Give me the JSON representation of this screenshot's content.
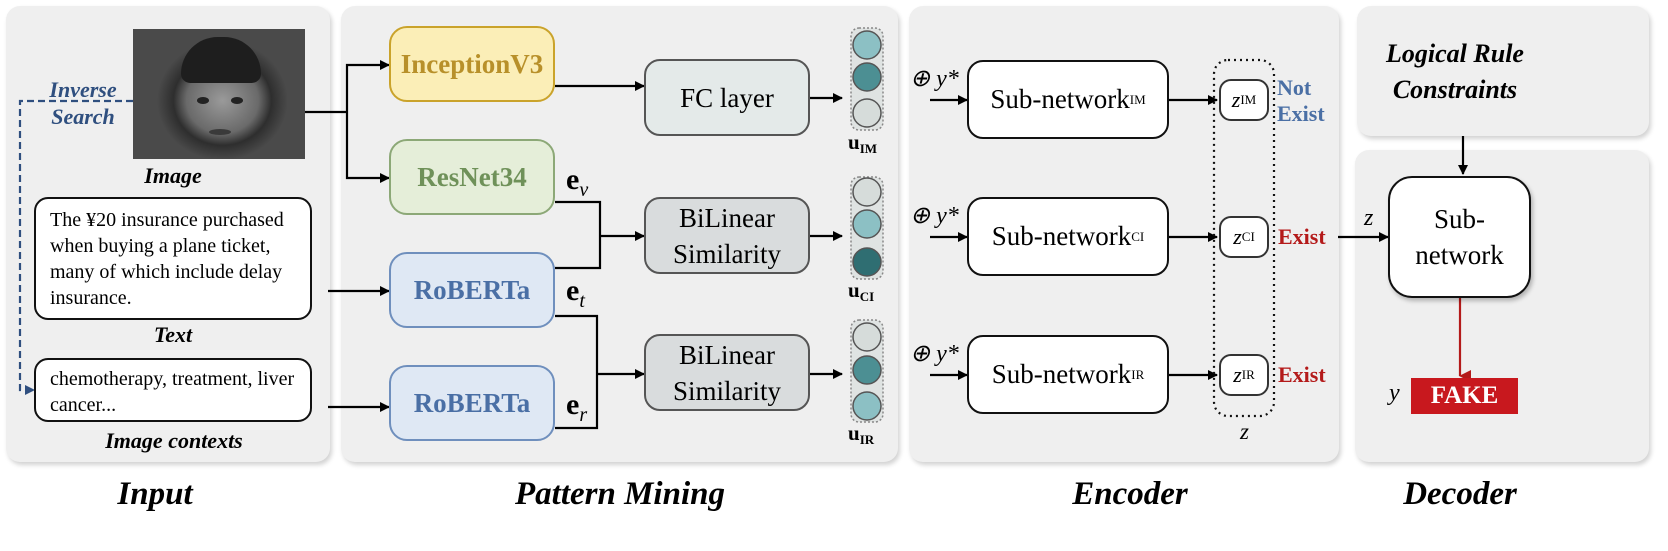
{
  "input": {
    "image_label": "Image",
    "inverse_search": "Inverse Search",
    "text": "The ¥20 insurance purchased when buying a plane ticket, many of which include delay insurance.",
    "text_label": "Text",
    "contexts": "chemotherapy, treatment, liver cancer...",
    "contexts_label": "Image contexts"
  },
  "pattern": {
    "inception": "InceptionV3",
    "resnet": "ResNet34",
    "roberta1": "RoBERTa",
    "roberta2": "RoBERTa",
    "fc": "FC layer",
    "bilinear1_a": "BiLinear",
    "bilinear1_b": "Similarity",
    "bilinear2_a": "BiLinear",
    "bilinear2_b": "Similarity",
    "ev": "e",
    "ev_sub": "v",
    "et": "e",
    "et_sub": "t",
    "er": "e",
    "er_sub": "r",
    "u_im": "u",
    "u_im_sub": "IM",
    "u_ci": "u",
    "u_ci_sub": "CI",
    "u_ir": "u",
    "u_ir_sub": "IR"
  },
  "encoder": {
    "oplus": "⊕ y*",
    "sub_im": "Sub-network",
    "sub_im_s": "IM",
    "sub_ci": "Sub-network",
    "sub_ci_s": "CI",
    "sub_ir": "Sub-network",
    "sub_ir_s": "IR",
    "z_im": "z",
    "z_im_s": "IM",
    "z_ci": "z",
    "z_ci_s": "CI",
    "z_ir": "z",
    "z_ir_s": "IR",
    "not_exist": "Not Exist",
    "exist1": "Exist",
    "exist2": "Exist",
    "z_label": "z"
  },
  "decoder": {
    "rules": "Logical Rule Constraints",
    "z_in": "z",
    "subnetwork": "Sub-network",
    "y": "y",
    "fake": "FAKE"
  },
  "sections": {
    "input": "Input",
    "pattern": "Pattern Mining",
    "encoder": "Encoder",
    "decoder": "Decoder"
  },
  "colors": {
    "inception_fill": "#fbeeb7",
    "inception_border": "#caa32b",
    "inception_text": "#b8902a",
    "resnet_fill": "#e5eed9",
    "resnet_border": "#8ca877",
    "resnet_text": "#6f9159",
    "roberta_fill": "#dfe8f4",
    "roberta_border": "#6f8fbd",
    "roberta_text": "#4a6fa5",
    "fake_fill": "#c8181e",
    "not_exist_text": "#4a6fa5",
    "exist_text": "#b41a1a",
    "dot_light": "#d6dcda",
    "dot_mid": "#8cc0c4",
    "dot_dark": "#4c8f93"
  },
  "icons": [
    "child-photo",
    "vector-dots"
  ]
}
